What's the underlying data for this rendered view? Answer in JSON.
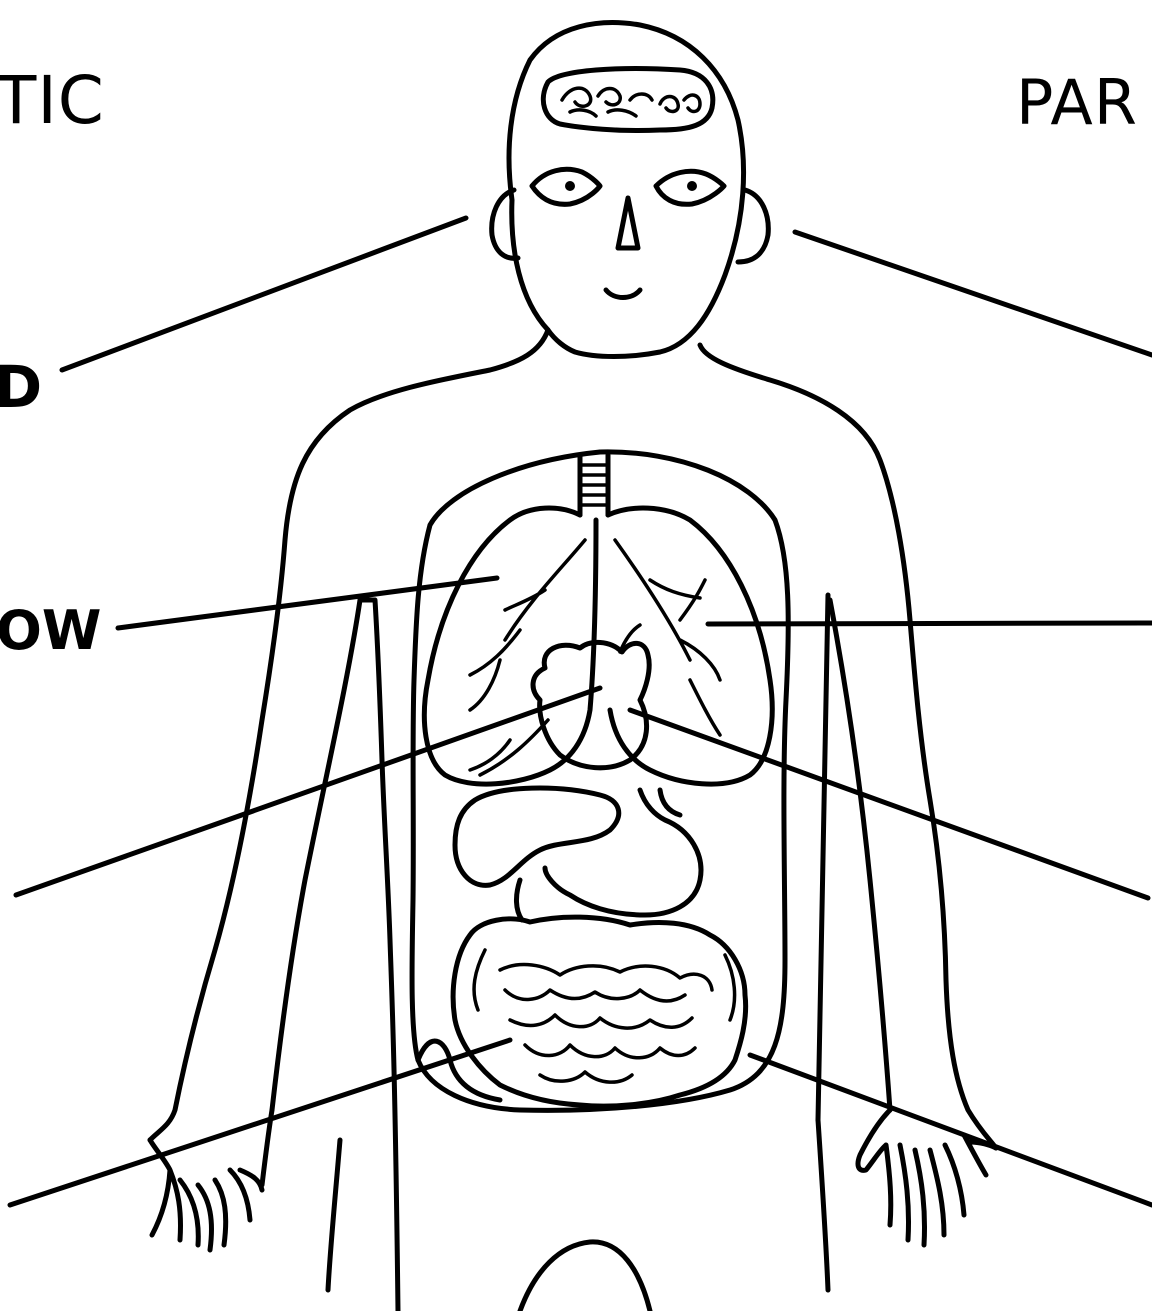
{
  "labels": {
    "top_left": "TIC",
    "top_right": "PAR",
    "left_1": "D",
    "left_2": "OW"
  },
  "colors": {
    "ink": "#000000",
    "paper": "#ffffff"
  }
}
